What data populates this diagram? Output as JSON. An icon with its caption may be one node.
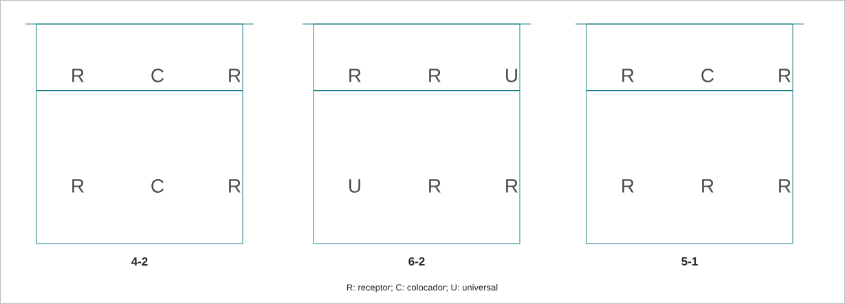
{
  "diagram": {
    "caption": "R: receptor; C: colocador; U: universal",
    "nodes": [
      {
        "text": [
          "4-2"
        ]
      },
      {
        "text": [
          "R",
          "C",
          "R"
        ],
        "in": 0
      },
      {
        "text": [
          "R",
          "C",
          "R"
        ],
        "in": 0
      },
      {
        "text": [
          "6-2"
        ]
      },
      {
        "text": [
          "R",
          "R",
          "U"
        ],
        "in": 3
      },
      {
        "text": [
          "U",
          "R",
          "R"
        ],
        "in": 3
      },
      {
        "text": [
          "5-1"
        ]
      },
      {
        "text": [
          "R",
          "C",
          "R"
        ],
        "in": 6
      },
      {
        "text": [
          "R",
          "R",
          "R"
        ],
        "in": 6
      }
    ]
  }
}
